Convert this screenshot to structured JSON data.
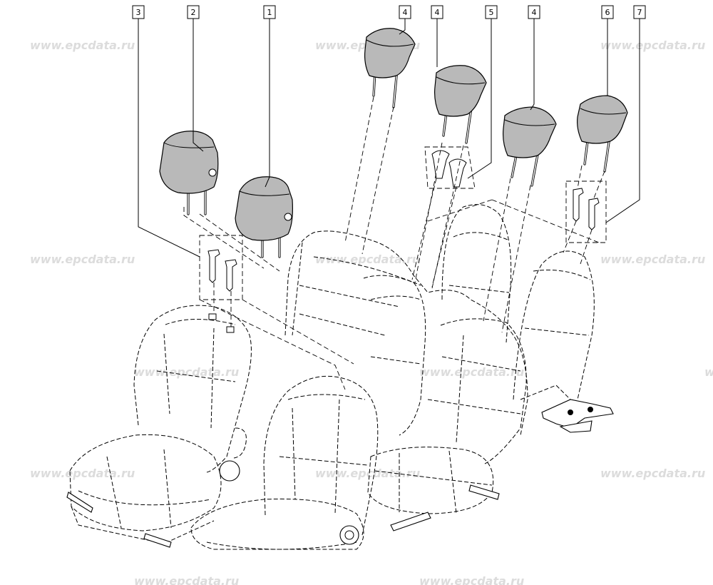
{
  "watermark": "www.epcdata.ru",
  "callouts": [
    "3",
    "2",
    "1",
    "4",
    "4",
    "5",
    "4",
    "6",
    "7"
  ],
  "parts": {
    "front_headrest": "headrest-front",
    "rear_headrest": "headrest-rear",
    "guides": "headrest-guides"
  }
}
